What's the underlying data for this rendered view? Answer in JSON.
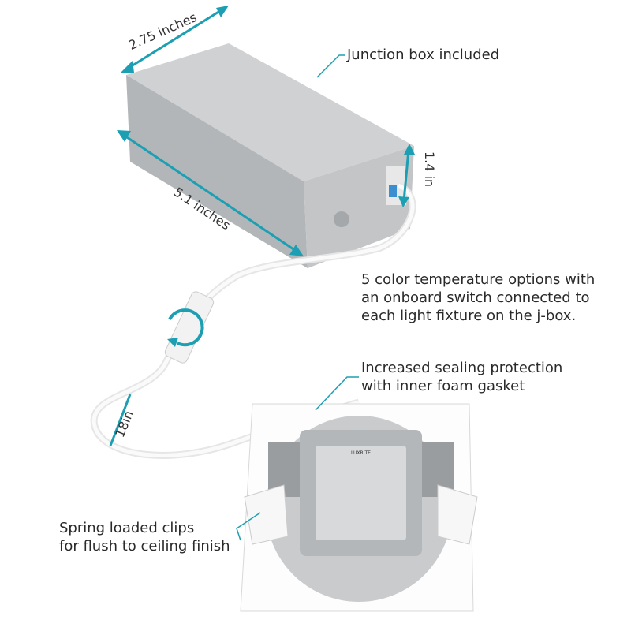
{
  "colors": {
    "accent": "#1c9fb3",
    "box": "#b9bcbf",
    "cable": "#f4f4f4",
    "trim": "#ffffff"
  },
  "dimensions": {
    "box_width": "2.75 inches",
    "box_length": "5.1 inches",
    "box_height": "1.4 in",
    "cable_length": "18in"
  },
  "callouts": {
    "junction_box": "Junction box included",
    "color_temp": [
      "5 color temperature options with",
      "an onboard switch connected to",
      "each light fixture on the j-box."
    ],
    "sealing": [
      "Increased sealing protection",
      "with inner foam gasket"
    ],
    "clips": [
      "Spring loaded clips",
      "for flush to ceiling finish"
    ]
  },
  "product_label": "LUXRITE"
}
